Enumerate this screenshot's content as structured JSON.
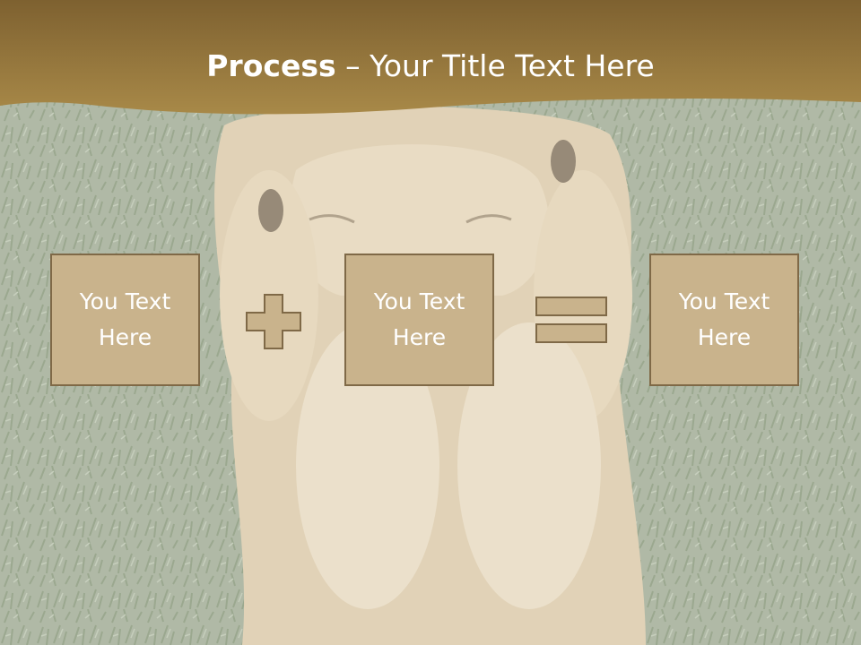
{
  "slide": {
    "title_bold": "Process",
    "title_rest": " – Your Title Text Here"
  },
  "boxes": [
    {
      "text": "You Text\nHere"
    },
    {
      "text": "You Text\nHere"
    },
    {
      "text": "You Text\nHere"
    }
  ],
  "colors": {
    "header_brown": "#8b6c34",
    "box_fill": "#c9b38c",
    "box_border": "#7f6947",
    "text": "#ffffff"
  },
  "icons": [
    "plus-icon",
    "equals-icon"
  ]
}
